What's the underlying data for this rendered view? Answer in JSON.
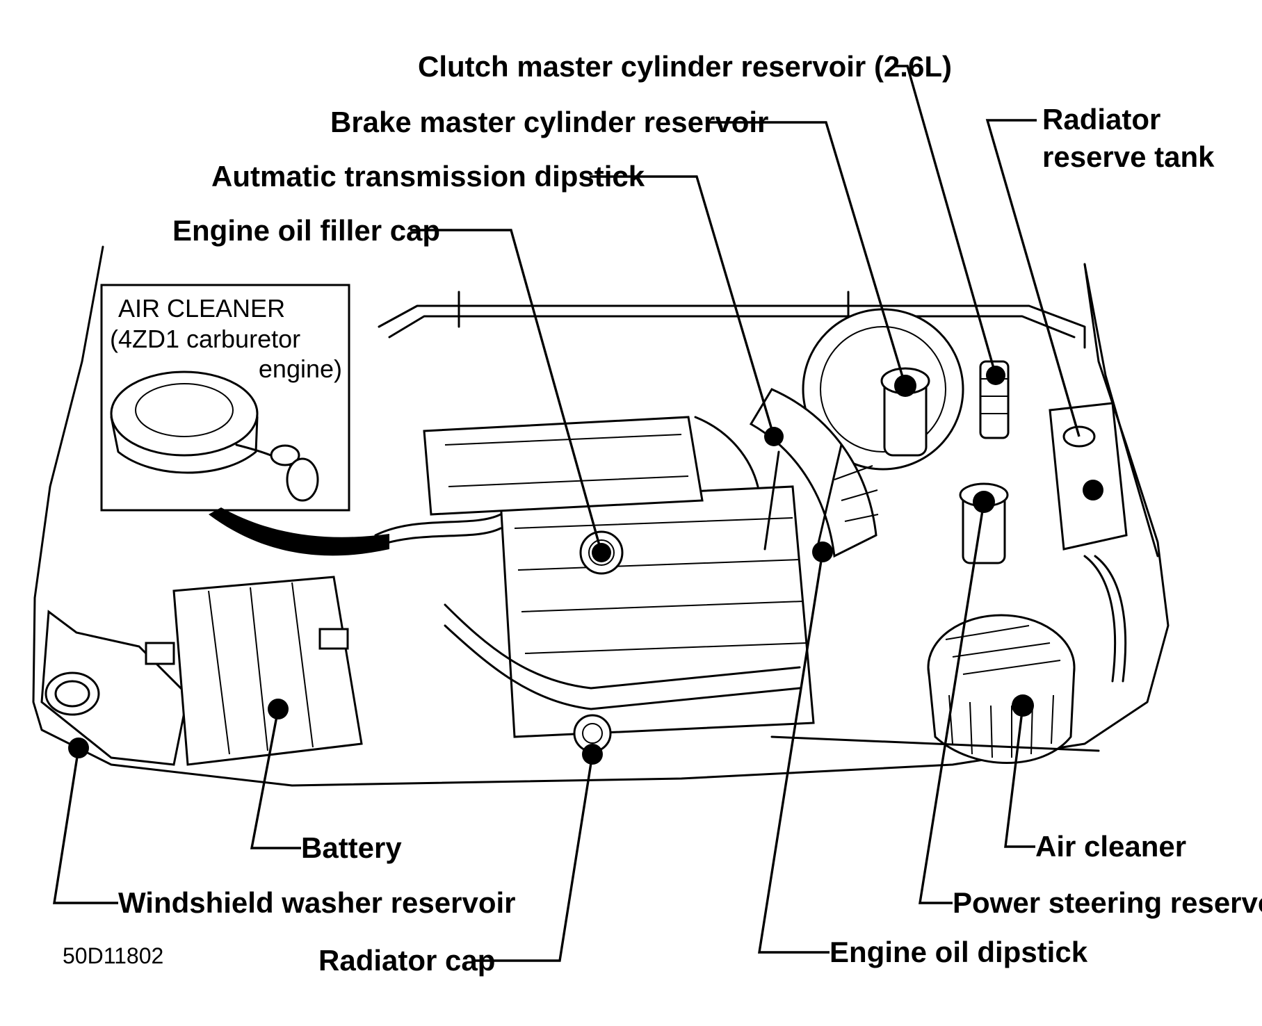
{
  "labels": {
    "clutch_master_cylinder_reservoir": "Clutch master cylinder reservoir (2.6L)",
    "brake_master_cylinder_reservoir": "Brake master cylinder reservoir",
    "automatic_transmission_dipstick": "Autmatic transmission dipstick",
    "engine_oil_filler_cap": "Engine oil filler cap",
    "radiator_reserve_tank_line1": "Radiator",
    "radiator_reserve_tank_line2": "reserve tank",
    "battery": "Battery",
    "windshield_washer_reservoir": "Windshield washer reservoir",
    "radiator_cap": "Radiator cap",
    "air_cleaner": "Air cleaner",
    "power_steering_reservoir": "Power steering reservoir",
    "engine_oil_dipstick": "Engine oil dipstick"
  },
  "inset": {
    "title": "AIR CLEANER",
    "line2": "(4ZD1 carburetor",
    "line3": "engine)"
  },
  "figure_code": "50D11802"
}
